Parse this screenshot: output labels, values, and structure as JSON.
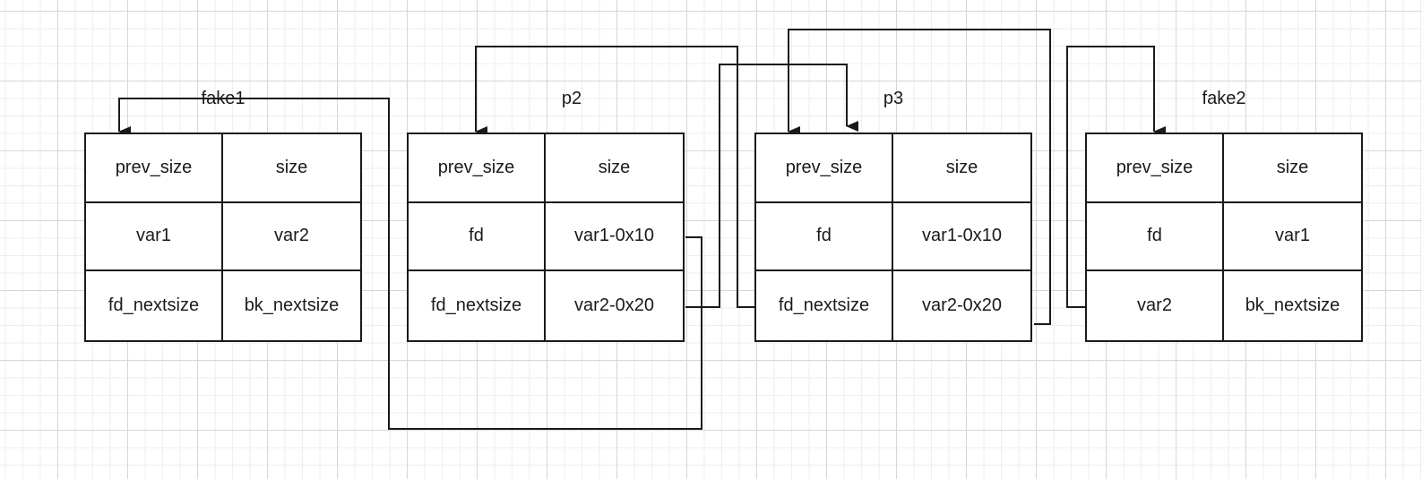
{
  "chunks": [
    {
      "id": "fake1",
      "title": "fake1",
      "cells": [
        [
          "prev_size",
          "size"
        ],
        [
          "var1",
          "var2"
        ],
        [
          "fd_nextsize",
          "bk_nextsize"
        ]
      ]
    },
    {
      "id": "p2",
      "title": "p2",
      "cells": [
        [
          "prev_size",
          "size"
        ],
        [
          "fd",
          "var1-0x10"
        ],
        [
          "fd_nextsize",
          "var2-0x20"
        ]
      ]
    },
    {
      "id": "p3",
      "title": "p3",
      "cells": [
        [
          "prev_size",
          "size"
        ],
        [
          "fd",
          "var1-0x10"
        ],
        [
          "fd_nextsize",
          "var2-0x20"
        ]
      ]
    },
    {
      "id": "fake2",
      "title": "fake2",
      "cells": [
        [
          "prev_size",
          "size"
        ],
        [
          "fd",
          "var1"
        ],
        [
          "var2",
          "bk_nextsize"
        ]
      ]
    }
  ],
  "colors": {
    "line": "#1a1a1a",
    "grid_major": "#d6d6d6",
    "grid_minor": "#eeeeee",
    "background": "#ffffff"
  }
}
